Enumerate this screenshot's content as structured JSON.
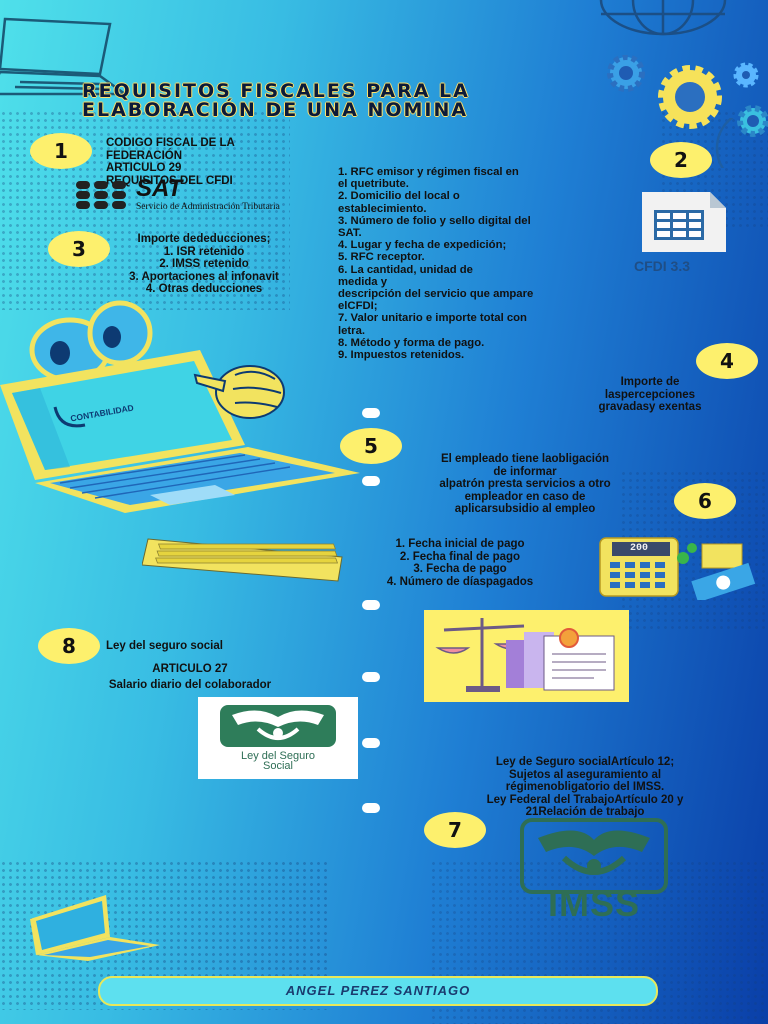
{
  "title": {
    "line1": "REQUISITOS FISCALES PARA LA",
    "line2": "ELABORACIÓN DE UNA NOMINA"
  },
  "sections": {
    "s1": {
      "number": "1",
      "lines": [
        "CODIGO FISCAL DE LA",
        "FEDERACIÓN",
        "ARTICULO 29",
        "REQUISITOS DEL CFDI"
      ]
    },
    "sat_logo": {
      "name": "SAT",
      "caption": "Servicio de Administración Tributaria"
    },
    "s2": {
      "number": "2",
      "lines": [
        "1.  RFC  emisor  y  régimen  fiscal en",
        "el  quetribute.",
        "2. Domicilio del local o",
        "establecimiento.",
        "3. Número de folio y sello digital del",
        "SAT.",
        "4. Lugar y fecha de expedición;",
        "5. RFC receptor.",
        "6.  La  cantidad,  unidad  de",
        "medida  y",
        "descripción del servicio que ampare",
        "elCFDI;",
        "7. Valor unitario e importe total con",
        "letra.",
        "8. Método y forma de pago.",
        "9. Impuestos retenidos."
      ]
    },
    "cfdi_label": "CFDI 3.3",
    "s3": {
      "number": "3",
      "lines": [
        "Importe dededucciones;",
        "1. ISR retenido",
        "2. IMSS retenido",
        "3. Aportaciones al infonavit",
        "4. Otras deducciones"
      ]
    },
    "laptop_label": "CONTABILIDAD",
    "s4": {
      "number": "4",
      "lines": [
        "Importe de",
        "laspercepciones",
        "gravadasy exentas"
      ]
    },
    "s5": {
      "number": "5",
      "lines": [
        "El empleado tiene laobligación",
        "de informar",
        "alpatrón presta servicios a otro",
        "empleador en caso de",
        "aplicarsubsidio al empleo"
      ]
    },
    "s6": {
      "number": "6",
      "lines": [
        "1. Fecha inicial de pago",
        "2. Fecha final de pago",
        "3. Fecha de pago",
        "4. Número de díaspagados"
      ]
    },
    "calc_display": "200",
    "s7": {
      "number": "7",
      "lines": [
        "Ley de Seguro socialArtículo 12;",
        "Sujetos al aseguramiento al",
        "régimenobligatorio del IMSS.",
        "Ley Federal del TrabajoArtículo 20 y",
        "21Relación de trabajo"
      ]
    },
    "s8": {
      "number": "8",
      "heading": "Ley del seguro social",
      "lines": [
        "ARTICULO 27",
        "Salario diario del colaborador"
      ]
    },
    "ley_logo": {
      "line1": "Ley del Seguro",
      "line2": "Social"
    },
    "imss_logo": "IMSS"
  },
  "footer": {
    "author": "ANGEL PEREZ SANTIAGO"
  },
  "colors": {
    "accent_yellow": "#fdf06d",
    "background_start": "#4fe0ea",
    "background_end": "#0a3fa8",
    "imss_green": "#2e6e55"
  }
}
